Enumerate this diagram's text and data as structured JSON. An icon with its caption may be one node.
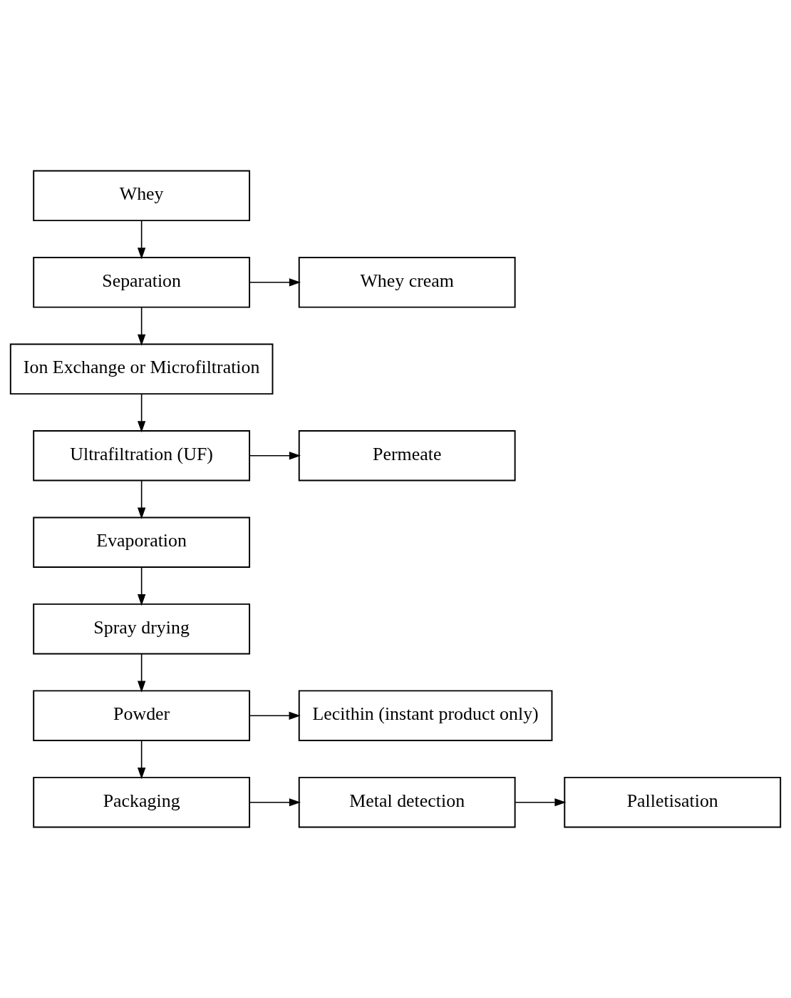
{
  "diagram": {
    "nodes": [
      {
        "text": [
          "Whey"
        ]
      },
      {
        "text": [
          "Separation"
        ]
      },
      {
        "text": [
          "Whey cream"
        ]
      },
      {
        "text": [
          "Ion Exchange or Microfiltration"
        ]
      },
      {
        "text": [
          "Ultrafiltration (UF)"
        ]
      },
      {
        "text": [
          "Permeate"
        ]
      },
      {
        "text": [
          "Evaporation"
        ]
      },
      {
        "text": [
          "Spray drying"
        ]
      },
      {
        "text": [
          "Powder"
        ]
      },
      {
        "text": [
          "Lecithin (instant product only)"
        ]
      },
      {
        "text": [
          "Packaging"
        ]
      },
      {
        "text": [
          "Metal detection"
        ]
      },
      {
        "text": [
          "Palletisation"
        ]
      }
    ],
    "edges": [
      {
        "from": 0,
        "to": 1,
        "arrow": "to"
      },
      {
        "from": 1,
        "to": 2,
        "arrow": "to"
      },
      {
        "from": 1,
        "to": 3,
        "arrow": "to"
      },
      {
        "from": 3,
        "to": 4,
        "arrow": "to"
      },
      {
        "from": 4,
        "to": 5,
        "arrow": "to"
      },
      {
        "from": 4,
        "to": 6,
        "arrow": "to"
      },
      {
        "from": 6,
        "to": 7,
        "arrow": "to"
      },
      {
        "from": 7,
        "to": 8,
        "arrow": "to"
      },
      {
        "from": 8,
        "to": 9,
        "arrow": "to"
      },
      {
        "from": 8,
        "to": 10,
        "arrow": "to"
      },
      {
        "from": 10,
        "to": 11,
        "arrow": "to"
      },
      {
        "from": 11,
        "to": 12,
        "arrow": "to"
      }
    ]
  }
}
